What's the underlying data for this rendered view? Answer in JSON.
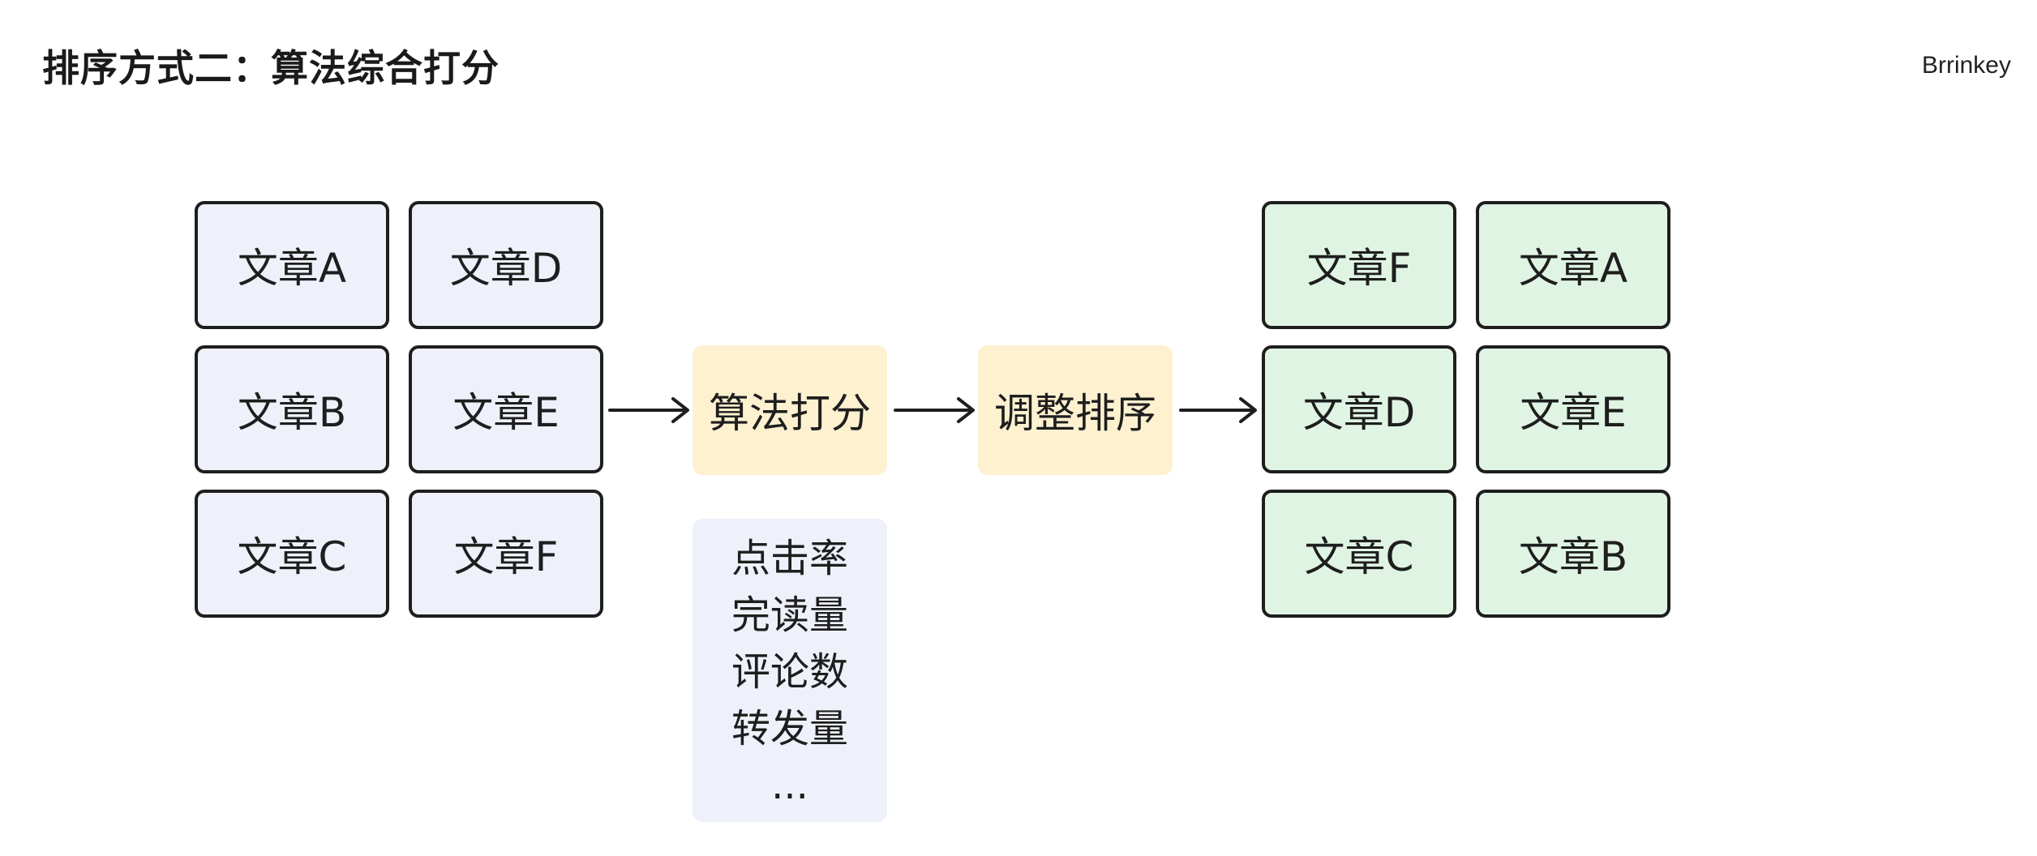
{
  "title": "排序方式二：算法综合打分",
  "author": "Brrinkey",
  "input_articles": [
    "文章A",
    "文章D",
    "文章B",
    "文章E",
    "文章C",
    "文章F"
  ],
  "output_articles": [
    "文章F",
    "文章A",
    "文章D",
    "文章E",
    "文章C",
    "文章B"
  ],
  "steps": [
    "算法打分",
    "调整排序"
  ],
  "factors": [
    "点击率",
    "完读量",
    "评论数",
    "转发量",
    "..."
  ],
  "colors": {
    "input_fill": "#eef1fa",
    "output_fill": "#e0f4e4",
    "process_fill": "#fdf1d0",
    "border": "#1e1e1e"
  }
}
